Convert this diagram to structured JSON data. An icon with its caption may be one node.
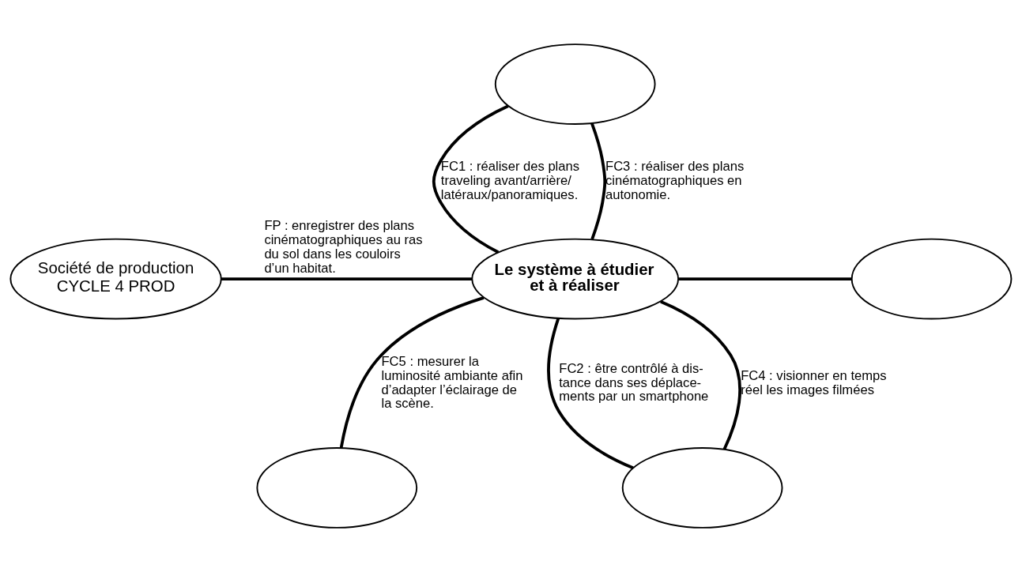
{
  "diagram": {
    "nodes": [
      {
        "text": [],
        "shape": "ellipse"
      },
      {
        "text": [
          "Société de production CYCLE 4 PROD"
        ]
      },
      {
        "text": [],
        "shape": "ellipse"
      },
      {
        "text": [
          "Le système à étudier et à réaliser"
        ]
      },
      {
        "text": [],
        "shape": "ellipse"
      },
      {
        "text": [],
        "shape": "ellipse"
      }
    ],
    "edges": [
      {
        "from": 3,
        "to": 0,
        "arrow": "none",
        "label": "FC1 : réaliser des plans traveling avant/arrière/ latéraux/panoramiques."
      },
      {
        "from": 3,
        "to": 0,
        "arrow": "none",
        "label": "FC3 : réaliser des plans cinématographiques en autonomie."
      },
      {
        "from": 1,
        "to": 3,
        "arrow": "none",
        "label": "FP : enregistrer des plans cinématographiques au ras du sol dans les couloirs d’un habitat."
      },
      {
        "from": 3,
        "to": 2,
        "arrow": "none"
      },
      {
        "from": 3,
        "to": 5,
        "arrow": "none",
        "label": "FC2 : être contrôlé à dis- tance dans ses déplace- ments par un smartphone"
      },
      {
        "from": 3,
        "to": 4,
        "arrow": "none",
        "label": "FC5 : mesurer la luminosité ambiante afin d’adapter l’éclairage de la scène."
      },
      {
        "from": 3,
        "to": 5,
        "arrow": "none",
        "label": "FC4 : visionner en temps réel les images filmées"
      }
    ]
  }
}
